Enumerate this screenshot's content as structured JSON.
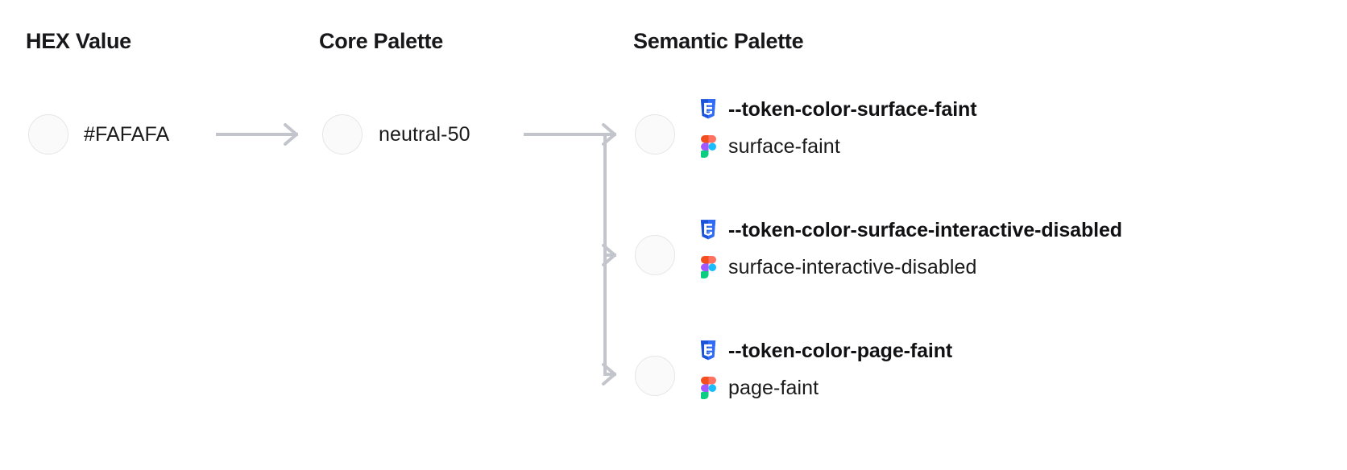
{
  "columns": {
    "hex": {
      "heading": "HEX Value"
    },
    "core": {
      "heading": "Core Palette"
    },
    "semantic": {
      "heading": "Semantic Palette"
    }
  },
  "hex": {
    "swatch_color": "#FAFAFA",
    "value": "#FAFAFA"
  },
  "core": {
    "swatch_color": "#FAFAFA",
    "value": "neutral-50"
  },
  "semantic": {
    "swatch_color": "#FAFAFA",
    "rows": [
      {
        "css_icon": "css3-icon",
        "css_token": "--token-color-surface-faint",
        "figma_icon": "figma-icon",
        "figma_token": "surface-faint"
      },
      {
        "css_icon": "css3-icon",
        "css_token": "--token-color-surface-interactive-disabled",
        "figma_icon": "figma-icon",
        "figma_token": "surface-interactive-disabled"
      },
      {
        "css_icon": "css3-icon",
        "css_token": "--token-color-page-faint",
        "figma_icon": "figma-icon",
        "figma_token": "page-faint"
      }
    ]
  },
  "connector": {
    "line_color": "#C3C5CC",
    "arrow_names": [
      "hex-to-core-arrow",
      "core-to-semantic-arrow-0",
      "core-to-semantic-arrow-1",
      "core-to-semantic-arrow-2"
    ]
  },
  "colors": {
    "background": "#FFFFFF",
    "text_primary": "#18181B",
    "swatch_border": "#E6E6E9",
    "connector": "#C3C5CC",
    "css_blue_dark": "#1A53D8",
    "css_blue_light": "#2F6BF5",
    "figma_orange": "#F24E1E",
    "figma_red": "#FF7262",
    "figma_purple": "#A259FF",
    "figma_blue": "#1ABCFE",
    "figma_green": "#0ACF83"
  }
}
